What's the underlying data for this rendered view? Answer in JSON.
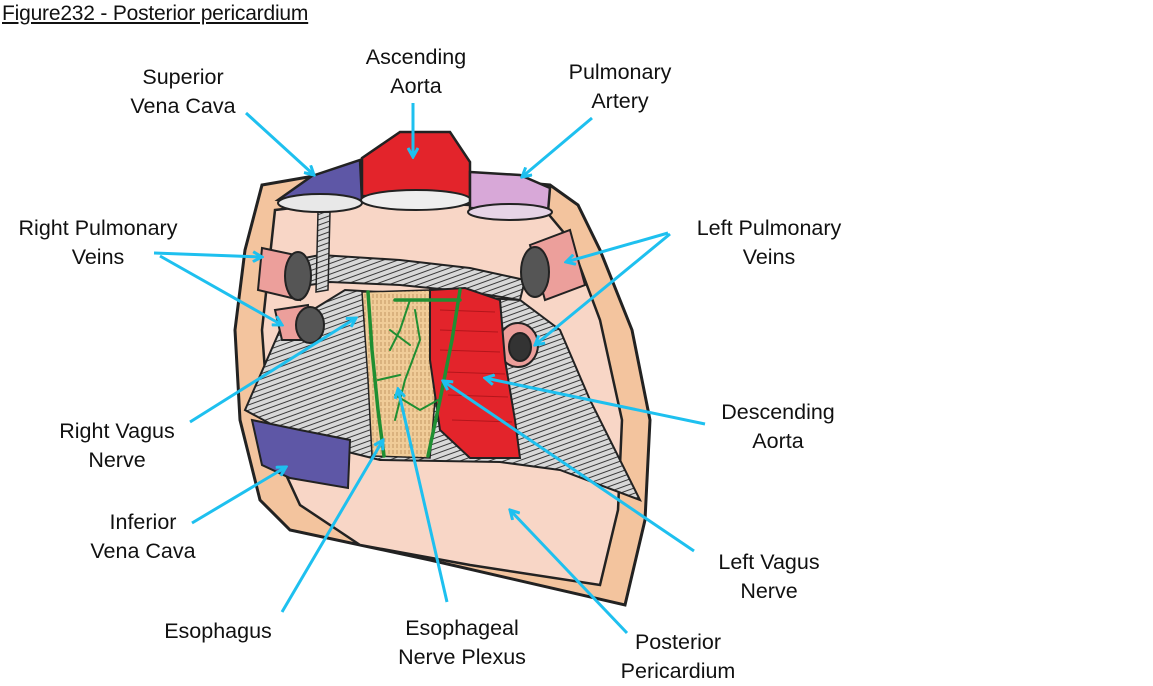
{
  "figure": {
    "title": "Figure232 - Posterior pericardium",
    "arrow_color": "#1ec0ef"
  },
  "labels": {
    "superior_vena_cava": [
      "Superior",
      "Vena Cava"
    ],
    "ascending_aorta": [
      "Ascending",
      "Aorta"
    ],
    "pulmonary_artery": [
      "Pulmonary",
      "Artery"
    ],
    "right_pulmonary_veins": [
      "Right Pulmonary",
      "Veins"
    ],
    "left_pulmonary_veins": [
      "Left Pulmonary",
      "Veins"
    ],
    "right_vagus_nerve": [
      "Right Vagus",
      "Nerve"
    ],
    "descending_aorta": [
      "Descending",
      "Aorta"
    ],
    "inferior_vena_cava": [
      "Inferior",
      "Vena Cava"
    ],
    "left_vagus_nerve": [
      "Left Vagus",
      "Nerve"
    ],
    "esophagus": [
      "Esophagus"
    ],
    "esophageal_nerve_plexus": [
      "Esophageal",
      "Nerve Plexus"
    ],
    "posterior_pericardium": [
      "Posterior",
      "Pericardium"
    ]
  },
  "colors": {
    "outer_wall": "#f3c49e",
    "pericardium": "#f8d6c6",
    "aorta": "#e3242b",
    "vena_cava": "#5e57a6",
    "pulmonary_artery": "#d8a8d8",
    "pulmonary_vein": "#ec9f9b",
    "esophagus": "#f0cc98",
    "nerve": "#1f8f32",
    "sinus_gray": "#9a9a9a"
  }
}
